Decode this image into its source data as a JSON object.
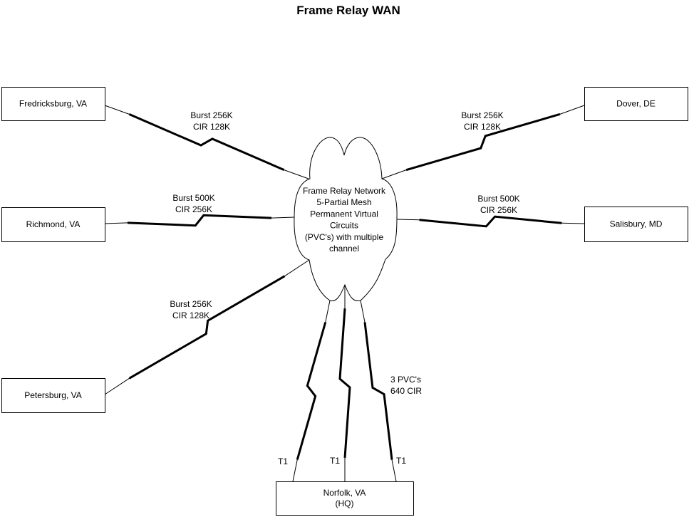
{
  "title": "Frame Relay WAN",
  "cloud": {
    "lines": [
      "Frame Relay Network",
      "5-Partial Mesh",
      "Permanent Virtual",
      "Circuits",
      "(PVC's) with multiple",
      "channel"
    ]
  },
  "sites": [
    {
      "id": "fredricksburg",
      "lines": [
        "Fredricksburg, VA"
      ]
    },
    {
      "id": "richmond",
      "lines": [
        "Richmond, VA"
      ]
    },
    {
      "id": "petersburg",
      "lines": [
        "Petersburg, VA"
      ]
    },
    {
      "id": "dover",
      "lines": [
        "Dover, DE"
      ]
    },
    {
      "id": "salisbury",
      "lines": [
        "Salisbury, MD"
      ]
    },
    {
      "id": "norfolk",
      "lines": [
        "Norfolk, VA",
        "(HQ)"
      ]
    }
  ],
  "links": [
    {
      "site": "fredricksburg",
      "label": [
        "Burst 256K",
        "CIR 128K"
      ]
    },
    {
      "site": "richmond",
      "label": [
        "Burst 500K",
        "CIR 256K"
      ]
    },
    {
      "site": "petersburg",
      "label": [
        "Burst 256K",
        "CIR 128K"
      ]
    },
    {
      "site": "dover",
      "label": [
        "Burst 256K",
        "CIR 128K"
      ]
    },
    {
      "site": "salisbury",
      "label": [
        "Burst 500K",
        "CIR 256K"
      ]
    },
    {
      "site": "norfolk",
      "label": [
        "T1"
      ]
    },
    {
      "site": "norfolk",
      "label": [
        "T1"
      ]
    },
    {
      "site": "norfolk",
      "label": [
        "T1"
      ]
    }
  ],
  "hq_annotation": [
    "3 PVC's",
    "640 CIR"
  ]
}
